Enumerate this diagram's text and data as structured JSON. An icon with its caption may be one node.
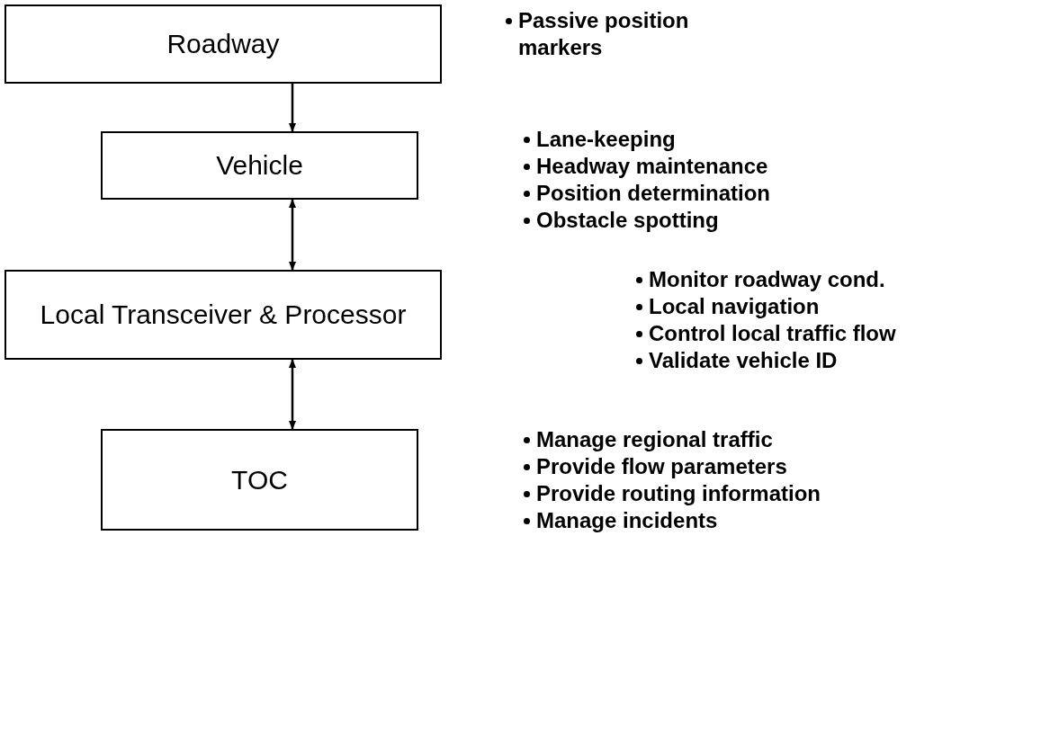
{
  "diagram": {
    "nodes": [
      {
        "text": [
          "Roadway"
        ],
        "beside": [
          "Passive position markers"
        ]
      },
      {
        "text": [
          "Vehicle"
        ],
        "beside": [
          "Lane-keeping",
          "Headway maintenance",
          "Position determination",
          "Obstacle spotting"
        ]
      },
      {
        "text": [
          "Local Transceiver & Processor"
        ],
        "beside": [
          "Monitor roadway cond.",
          "Local navigation",
          "Control local traffic flow",
          "Validate vehicle ID"
        ]
      },
      {
        "text": [
          "TOC"
        ],
        "beside": [
          "Manage regional traffic",
          "Provide flow parameters",
          "Provide routing information",
          "Manage incidents"
        ]
      }
    ],
    "edges": [
      {
        "from": 0,
        "to": 1,
        "arrow": "to"
      },
      {
        "from": 1,
        "to": 2,
        "arrow": "both"
      },
      {
        "from": 2,
        "to": 3,
        "arrow": "both"
      }
    ]
  }
}
